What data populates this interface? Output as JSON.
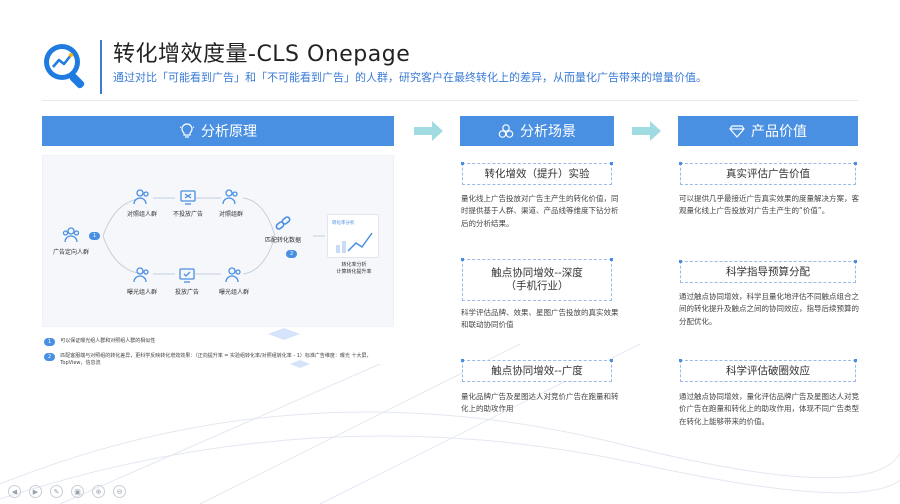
{
  "header": {
    "title": "转化增效度量-CLS Onepage",
    "subtitle": "通过对比「可能看到广告」和「不可能看到广告」的人群，研究客户在最终转化上的差异，从而量化广告带来的增量价值。"
  },
  "sections": {
    "principle": "分析原理",
    "scenario": "分析场景",
    "value": "产品价值"
  },
  "diagram": {
    "start": "广告定向人群",
    "badge1": "1",
    "control_group": "对照组人群",
    "no_ad": "不投放广告",
    "control_conv": "对照组群",
    "exposed_group": "曝光组人群",
    "ad": "投放广告",
    "exposed_conv": "曝光组人群",
    "match": "匹配转化数据",
    "badge2": "2",
    "result_title": "转化率分析",
    "result_caption": "转化率分析\n计算转化提升率"
  },
  "notes": [
    {
      "num": "1",
      "text": "可以保证曝光组人群和对照组人群的相似性"
    },
    {
      "num": "2",
      "text": "匹配客服端与对照组的转化差异，更科学反映转化增效效果：（正向提升率 = 实验组转化率/对照组转化率 - 1）标准广告维度：曝光 十大屏，TopView，信息流"
    }
  ],
  "scenarios": [
    {
      "title": "转化增效（提升）实验",
      "body": "量化线上广告投放对广告主产生的转化价值，同时提供基于人群、渠道、产品线等维度下钻分析后的分析结果。"
    },
    {
      "title": "触点协同增效--深度\n（手机行业）",
      "body": "科学评估品牌、效果、星图广告投放的真实效果和联动协同价值"
    },
    {
      "title": "触点协同增效--广度",
      "body": "量化品牌广告及星图达人对竞价广告在跑量和转化上的助攻作用"
    }
  ],
  "values": [
    {
      "title": "真实评估广告价值",
      "body": "可以提供几乎最接近广告真实效果的度量解决方案，客观量化线上广告投放对广告主产生的“价值”。"
    },
    {
      "title": "科学指导预算分配",
      "body": "通过触点协同增效，科学且量化地评估不同触点组合之间的转化提升及触点之间的协同效应，指导后续预算的分配优化。"
    },
    {
      "title": "科学评估破圈效应",
      "body": "通过触点协同增效，量化评估品牌广告及星图达人对竞价广告在跑量和转化上的助攻作用，体现不同广告类型在转化上能够带来的价值。"
    }
  ],
  "toolbar": [
    "◀",
    "▶",
    "✎",
    "▣",
    "⊕",
    "⊖"
  ],
  "colors": {
    "accent": "#4a90e2",
    "subtitle": "#3a7bd5",
    "arrow": "#9fdbe0"
  }
}
